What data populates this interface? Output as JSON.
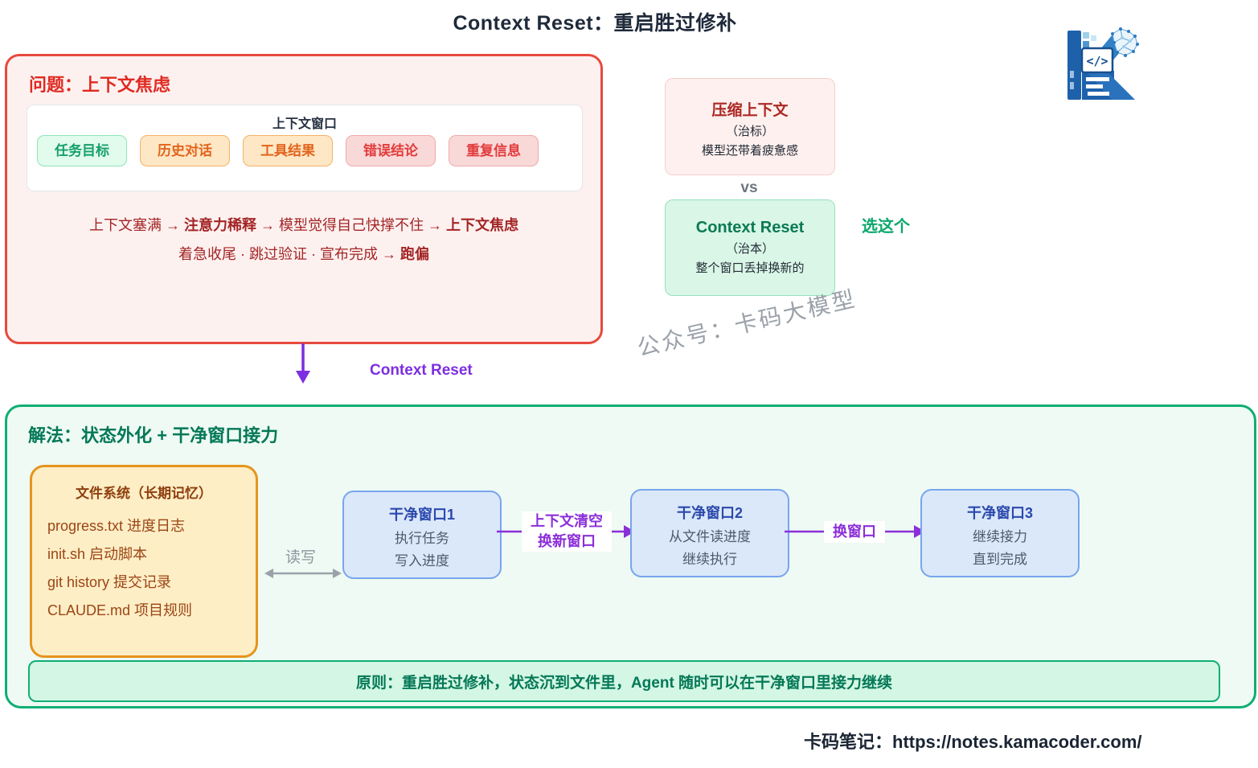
{
  "title": "Context Reset：重启胜过修补",
  "colors": {
    "problem_border": "#e74a3d",
    "problem_text": "#a32525",
    "solution_border": "#0fae74",
    "solution_text": "#047857",
    "purple_accent": "#8b2fd9",
    "window_border": "#78a5ee",
    "file_border": "#e6941c",
    "choose_green": "#0aa76c"
  },
  "problem": {
    "heading": "问题：上下文焦虑",
    "window": {
      "label": "上下文窗口",
      "chips": [
        {
          "label": "任务目标",
          "tone": "green"
        },
        {
          "label": "历史对话",
          "tone": "orange"
        },
        {
          "label": "工具结果",
          "tone": "orange"
        },
        {
          "label": "错误结论",
          "tone": "red"
        },
        {
          "label": "重复信息",
          "tone": "red"
        }
      ]
    },
    "flow1": {
      "s1": "上下文塞满 → ",
      "s2": "注意力稀释",
      "s3": " → 模型觉得自己快撑不住 → ",
      "s4": "上下文焦虑"
    },
    "flow2": {
      "s1": "着急收尾 · 跳过验证 · 宣布完成 → ",
      "s2": "跑偏"
    }
  },
  "compare": {
    "patch": {
      "title": "压缩上下文",
      "tag": "（治标）",
      "desc": "模型还带着疲惫感"
    },
    "vs": "vs",
    "reset": {
      "title": "Context Reset",
      "tag": "（治本）",
      "desc": "整个窗口丢掉换新的"
    },
    "choose": "选这个"
  },
  "transition": {
    "arrow_label": "Context Reset"
  },
  "watermark": "公众号：卡码大模型",
  "solution": {
    "heading": "解法：状态外化 + 干净窗口接力",
    "files": {
      "title": "文件系统（长期记忆）",
      "items": [
        "progress.txt 进度日志",
        "init.sh 启动脚本",
        "git history 提交记录",
        "CLAUDE.md 项目规则"
      ]
    },
    "readwrite": "读写",
    "windows": [
      {
        "title": "干净窗口1",
        "line1": "执行任务",
        "line2": "写入进度"
      },
      {
        "title": "干净窗口2",
        "line1": "从文件读进度",
        "line2": "继续执行"
      },
      {
        "title": "干净窗口3",
        "line1": "继续接力",
        "line2": "直到完成"
      }
    ],
    "arrow1": {
      "line1": "上下文清空",
      "line2": "换新窗口"
    },
    "arrow2": {
      "label": "换窗口"
    },
    "principle": "原则：重启胜过修补，状态沉到文件里，Agent 随时可以在干净窗口里接力继续"
  },
  "footer": "卡码笔记：https://notes.kamacoder.com/"
}
